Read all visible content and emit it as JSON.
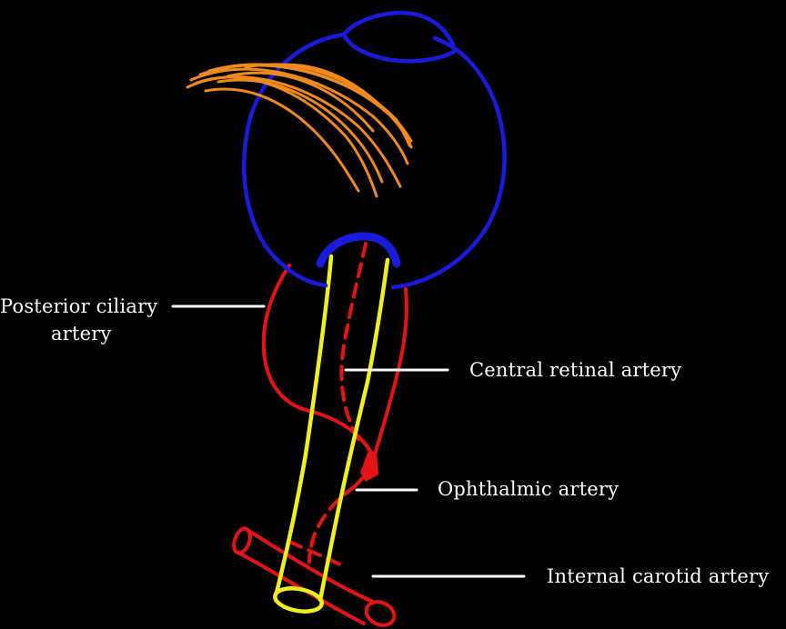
{
  "labels": {
    "posterior_ciliary_line1": "Posterior ciliary",
    "posterior_ciliary_line2": "artery",
    "central_retinal": "Central retinal artery",
    "ophthalmic": "Ophthalmic artery",
    "internal_carotid": "Internal carotid artery"
  },
  "colors": {
    "background": "#000000",
    "globe": "#1a1adb",
    "muscle_fibers": "#f08a1c",
    "optic_nerve": "#f0f01a",
    "arteries": "#e51414",
    "label_text": "#ffffff",
    "leader_lines": "#ffffff"
  },
  "structures": {
    "globe": "eyeball-outline",
    "cornea": "cornea-outline",
    "fibers": "orange-muscle-fibers",
    "optic_nerve": "optic-nerve-tube",
    "carotid": "internal-carotid-artery-tube"
  }
}
